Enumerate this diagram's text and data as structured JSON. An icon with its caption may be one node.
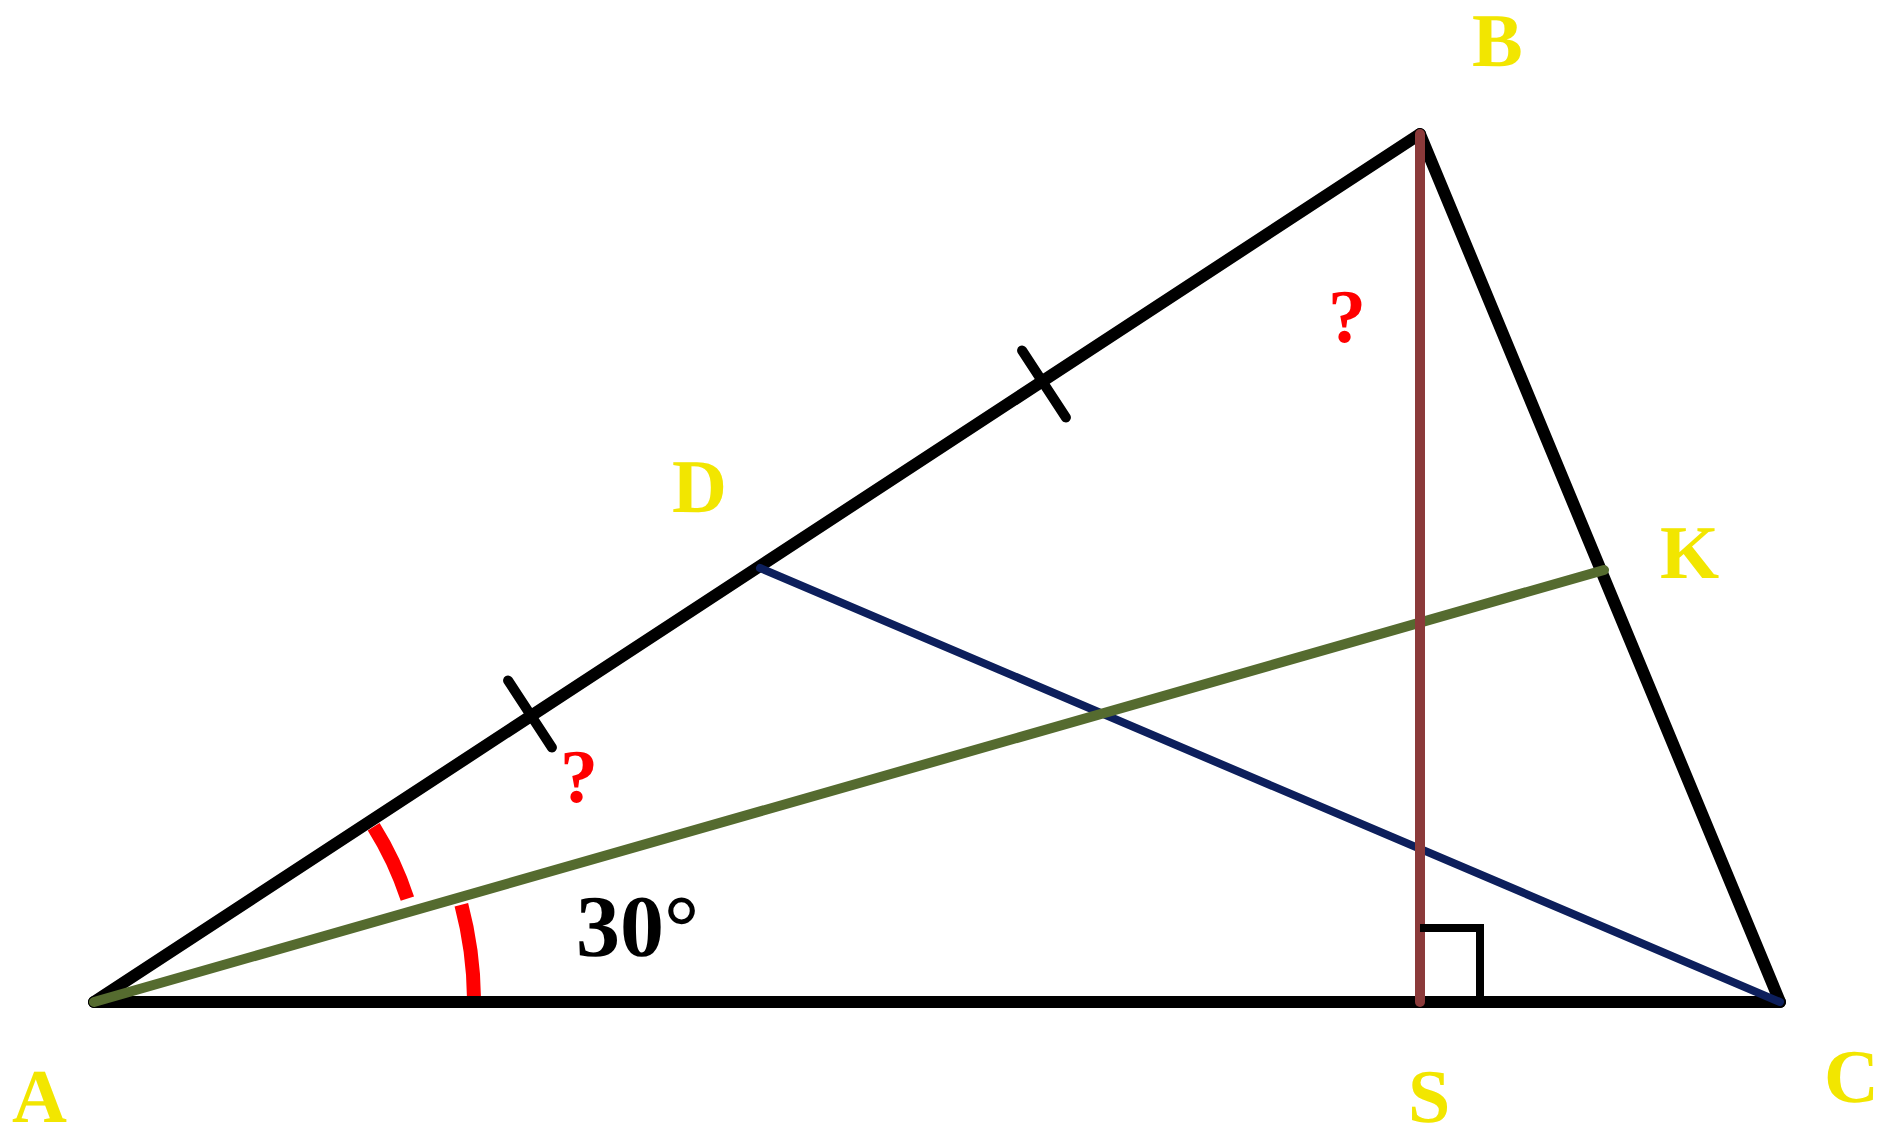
{
  "diagram": {
    "labels": [
      "B",
      "?",
      "D",
      "K",
      "?",
      "30°",
      "A",
      "S",
      "C"
    ]
  }
}
